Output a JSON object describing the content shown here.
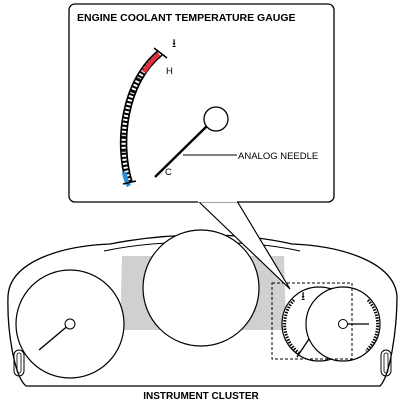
{
  "diagram": {
    "title": "ENGINE COOLANT TEMPERATURE GAUGE",
    "callout_label": "ANALOG NEEDLE",
    "caption": "INSTRUMENT CLUSTER",
    "gauge_labels": {
      "hot": "H",
      "cold": "C"
    },
    "icons": {
      "coolant": "coolant-temperature-icon",
      "coolant_glyph": "⭳"
    },
    "colors": {
      "line": "#000000",
      "hot_zone": "#e0303a",
      "cold_zone": "#2b8fd6",
      "display_panel": "#d0d0d0",
      "background": "#ffffff"
    }
  }
}
